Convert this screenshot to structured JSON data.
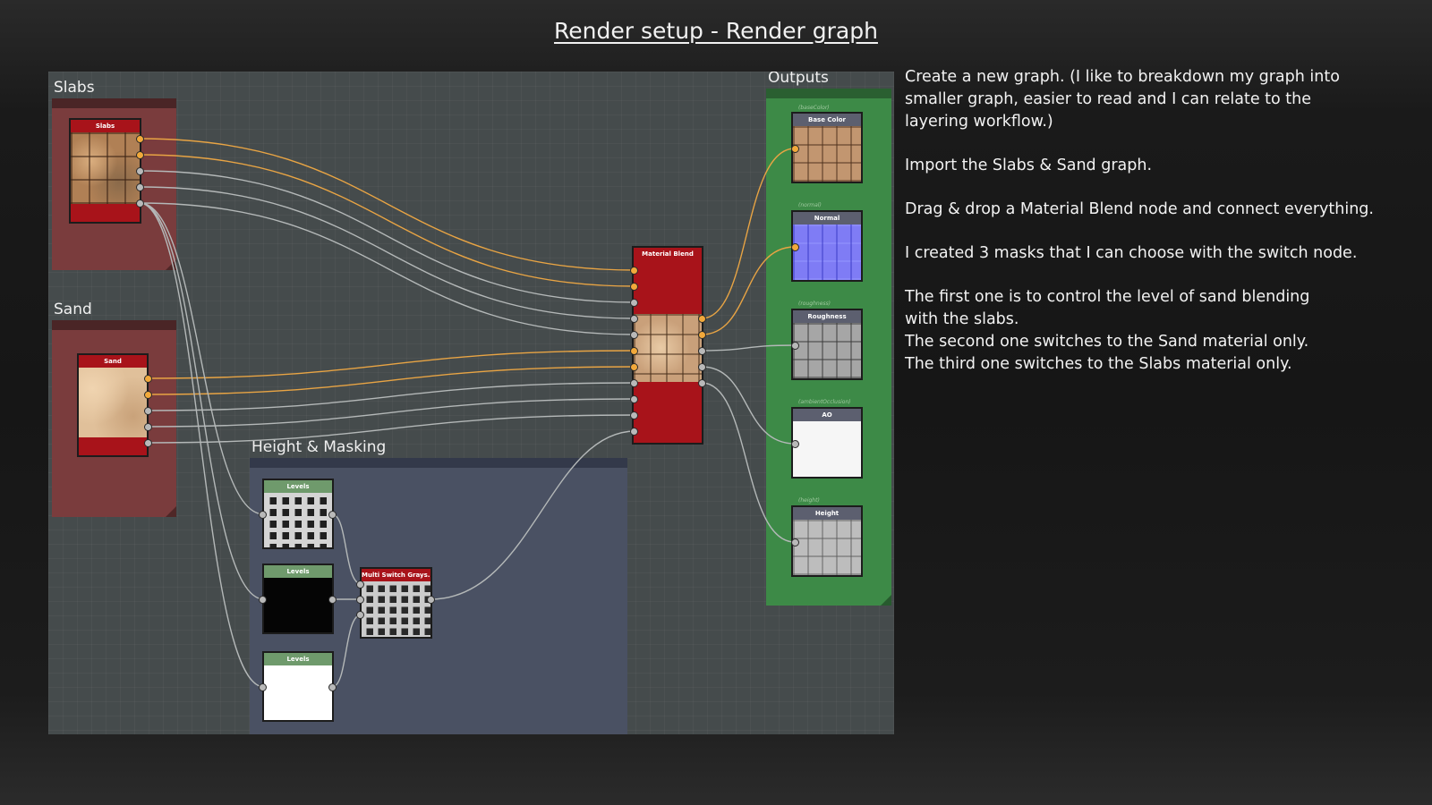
{
  "slide": {
    "title": "Render setup - Render graph"
  },
  "frames": {
    "slabs": {
      "title": "Slabs"
    },
    "sand": {
      "title": "Sand"
    },
    "height_masking": {
      "title": "Height & Masking"
    },
    "outputs": {
      "title": "Outputs"
    }
  },
  "nodes": {
    "slabs": {
      "label": "Slabs"
    },
    "sand": {
      "label": "Sand"
    },
    "material_blend": {
      "label": "Material Blend"
    },
    "levels_1": {
      "label": "Levels"
    },
    "levels_2": {
      "label": "Levels"
    },
    "levels_3": {
      "label": "Levels"
    },
    "multi_switch": {
      "label": "Multi Switch Grays..."
    }
  },
  "outputs": [
    {
      "sub": "(baseColor)",
      "label": "Base Color"
    },
    {
      "sub": "(normal)",
      "label": "Normal"
    },
    {
      "sub": "(roughness)",
      "label": "Roughness"
    },
    {
      "sub": "(ambientOcclusion)",
      "label": "AO"
    },
    {
      "sub": "(height)",
      "label": "Height"
    }
  ],
  "notes": {
    "p1": "Create a new graph. (I like to breakdown my graph into smaller graph, easier to read and I can relate to the layering workflow.)",
    "p1_lines": [
      "Create a new graph. (I like to breakdown my graph into",
      "smaller graph, easier to read and I can relate to the",
      "layering workflow.)"
    ],
    "p2": "Import the Slabs & Sand graph.",
    "p3": "Drag & drop a Material Blend node and connect everything.",
    "p4": "I created 3 masks that I can choose with the switch node.",
    "p5_lines": [
      "The first one is to control the level of sand blending",
      "with the slabs.",
      "The second one switches to the Sand material only.",
      "The third one switches to the Slabs material only."
    ]
  },
  "colors": {
    "canvas_bg": "#454b4c",
    "wire_orange": "#e8a444",
    "wire_gray": "#b4b8b8",
    "frame_red": "#7a3c3d",
    "frame_blue": "#4a5163",
    "frame_green": "#3d8a47",
    "node_red": "#a8131a",
    "node_green_head": "#6f9a6c",
    "output_head": "#5c5f6f"
  },
  "icons": {
    "port_color": "port-color-icon",
    "port_gray": "port-grayscale-icon"
  }
}
